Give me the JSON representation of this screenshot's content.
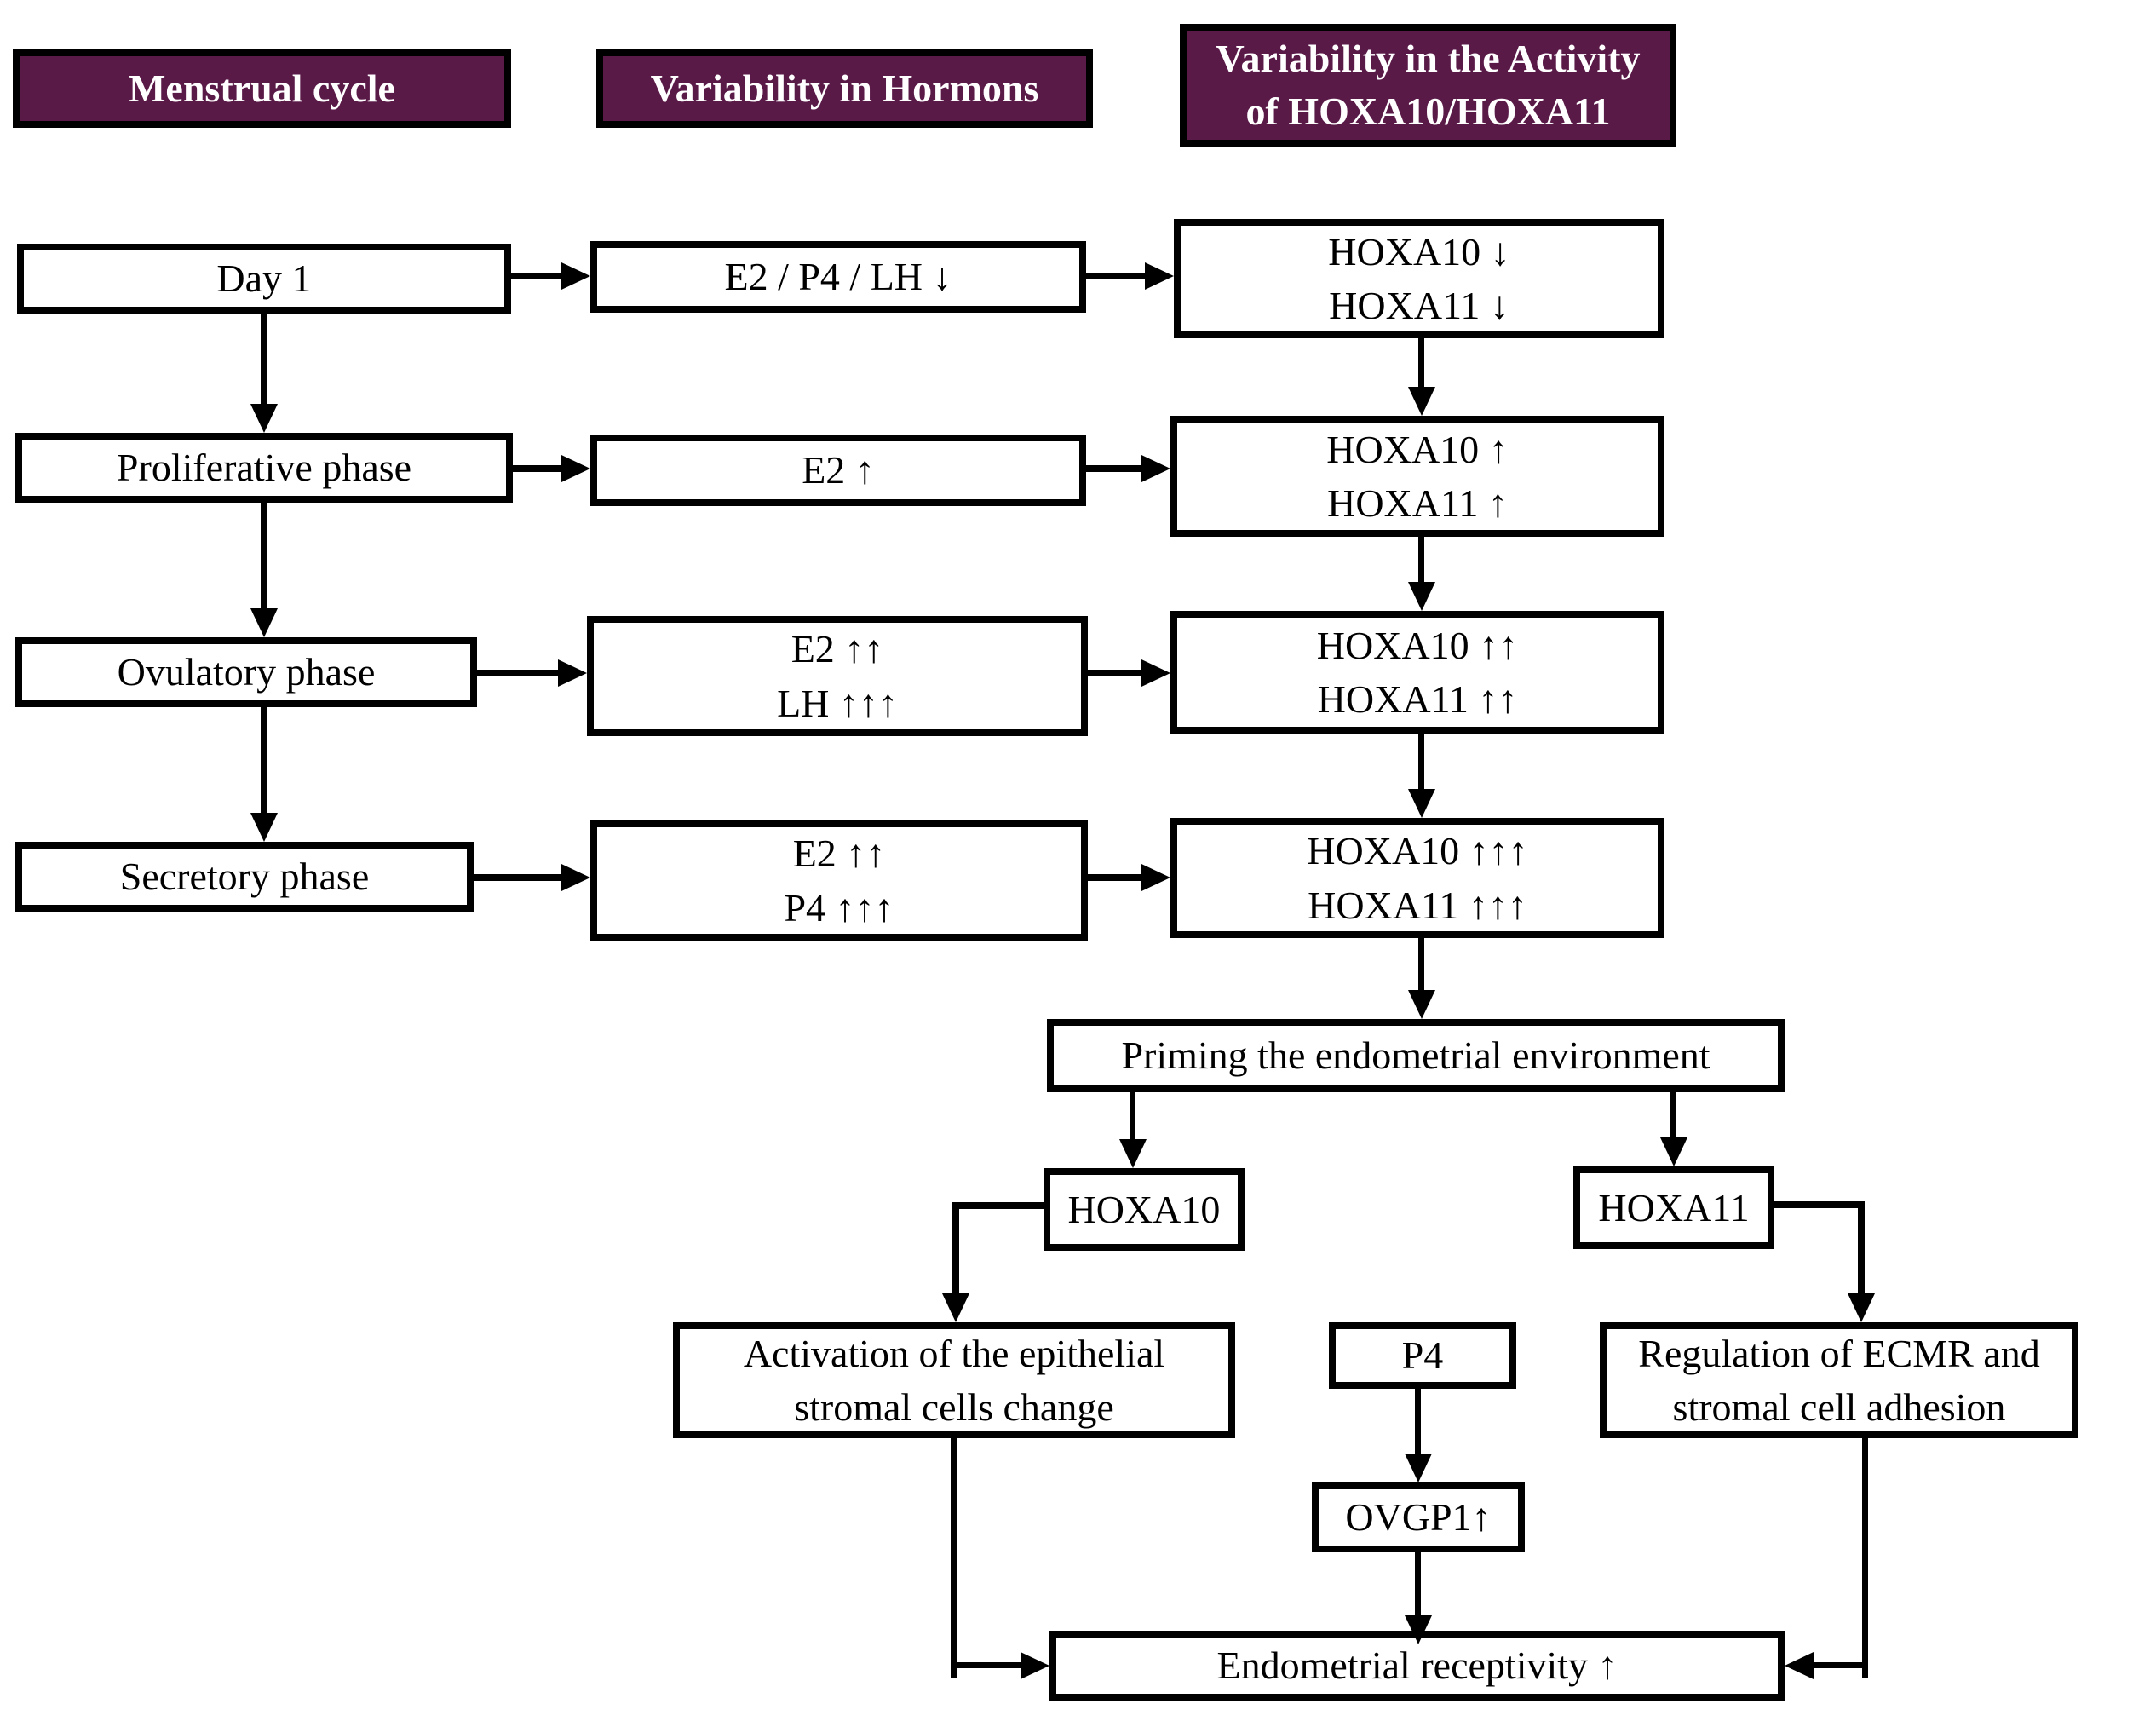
{
  "figure": {
    "type": "flowchart",
    "title_columns": {
      "menstrual": "Menstrual cycle",
      "hormones": "Variability in Hormons",
      "activity_lines": [
        "Variability in the Activity",
        "of HOXA10/HOXA11"
      ]
    }
  },
  "cycle": {
    "rows": [
      {
        "phase": "Day 1",
        "hormone_lines": [
          "E2 / P4 / LH ↓"
        ],
        "activity_lines": [
          "HOXA10 ↓",
          "HOXA11 ↓"
        ]
      },
      {
        "phase": "Proliferative phase",
        "hormone_lines": [
          "E2 ↑"
        ],
        "activity_lines": [
          "HOXA10 ↑",
          "HOXA11 ↑"
        ]
      },
      {
        "phase": "Ovulatory phase",
        "hormone_lines": [
          "E2 ↑↑",
          "LH ↑↑↑"
        ],
        "activity_lines": [
          "HOXA10 ↑↑",
          "HOXA11 ↑↑"
        ]
      },
      {
        "phase": "Secretory phase",
        "hormone_lines": [
          "E2 ↑↑",
          "P4 ↑↑↑"
        ],
        "activity_lines": [
          "HOXA10 ↑↑↑",
          "HOXA11 ↑↑↑"
        ]
      }
    ]
  },
  "downstream": {
    "priming": "Priming the endometrial environment",
    "hoxa10": "HOXA10",
    "hoxa11": "HOXA11",
    "activation_lines": [
      "Activation of the epithelial",
      "stromal cells change"
    ],
    "p4": "P4",
    "ovgp1": "OVGP1↑",
    "regulation_lines": [
      "Regulation of ECMR and",
      "stromal cell adhesion"
    ],
    "receptivity": "Endometrial receptivity ↑"
  },
  "colors": {
    "header_bg": "#5a1a48",
    "header_text": "#ffffff",
    "box_bg": "#ffffff",
    "border_and_lines": "#000000"
  }
}
